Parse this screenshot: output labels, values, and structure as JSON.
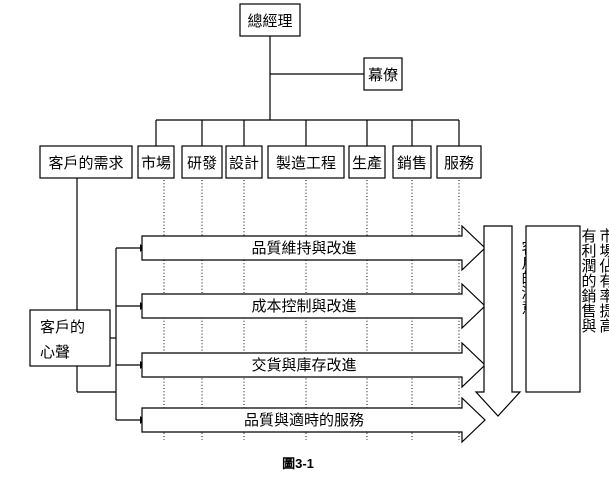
{
  "top": {
    "general_manager": "總經理",
    "staff": "幕僚"
  },
  "departments": [
    "市場",
    "研發",
    "設計",
    "製造工程",
    "生產",
    "銷售",
    "服務"
  ],
  "customer_needs": "客戶的需求",
  "customer_voice_line1": "客戶的",
  "customer_voice_line2": "心聲",
  "flows": [
    "品質維持與改進",
    "成本控制與改進",
    "交貨與庫存改進",
    "品質與適時的服務"
  ],
  "satisfaction": "客戶的滿意",
  "outcome_col1": "市場佔有率提高",
  "outcome_col2": "有利潤的銷售與",
  "caption": "圖3-1"
}
